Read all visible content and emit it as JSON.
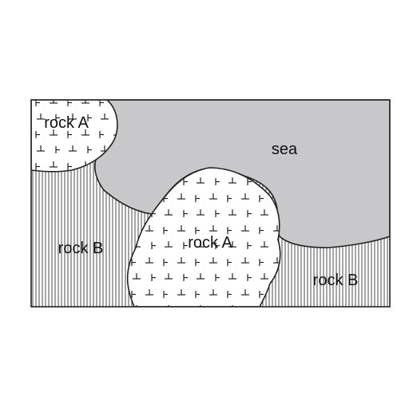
{
  "regions": {
    "rock_a_top": {
      "label": "rock A"
    },
    "sea": {
      "label": "sea"
    },
    "rock_a_center": {
      "label": "rock A"
    },
    "rock_b_left": {
      "label": "rock B"
    },
    "rock_b_right": {
      "label": "rock B"
    }
  },
  "colors": {
    "sea_fill": "#c8c8ca",
    "rock_b_hatch": "#3a3a3a",
    "rock_a_fill": "#ffffff",
    "rock_a_symbol": "#222222",
    "outline": "#222222"
  },
  "patterns": {
    "rock_a": "t-shaped-symbols",
    "rock_b": "vertical-lines"
  }
}
